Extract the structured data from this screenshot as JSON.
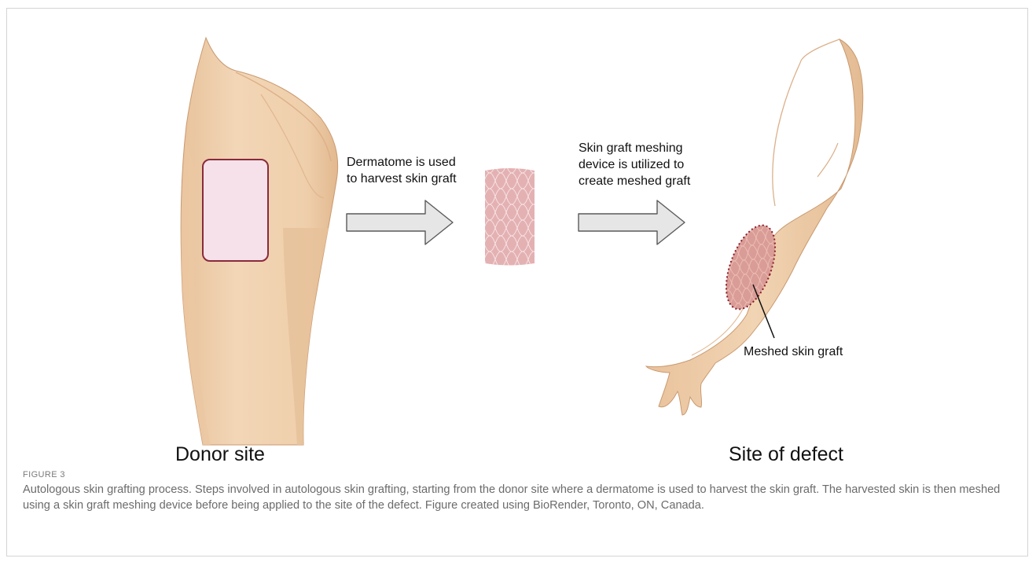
{
  "figure": {
    "labels": {
      "step1": [
        "Dermatome is used",
        "to harvest skin graft"
      ],
      "step2": [
        "Skin graft meshing",
        "device is utilized to",
        "create meshed graft"
      ],
      "meshed_graft": "Meshed skin graft",
      "donor_site": "Donor site",
      "defect_site": "Site of defect"
    },
    "caption": {
      "number": "FIGURE 3",
      "text": "Autologous skin grafting process. Steps involved in autologous skin grafting, starting from the donor site where a dermatome is used to harvest the skin graft. The harvested skin is then meshed using a skin graft meshing device before being applied to the site of the defect. Figure created using BioRender, Toronto, ON, Canada."
    }
  },
  "colors": {
    "skin": "#f0d2b0",
    "skin_shadow": "#e3bb95",
    "skin_outline": "#c99a70",
    "donor_patch_fill": "#f6e1ea",
    "donor_patch_border": "#8a2a3c",
    "graft": "#e5b2b4",
    "mesh_line": "#f7e6e7",
    "arrow_fill": "#e6e6e6",
    "arrow_stroke": "#5a5a5a",
    "graft_outline": "#8a1e2a"
  }
}
